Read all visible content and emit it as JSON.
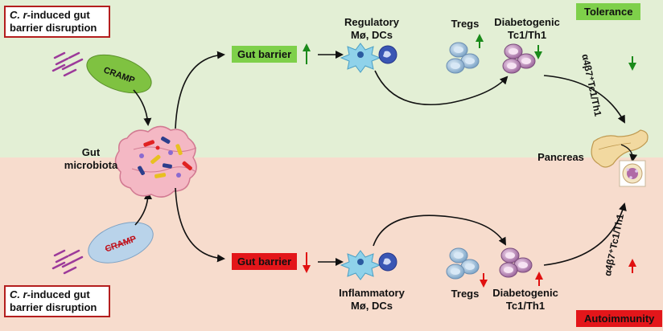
{
  "labels": {
    "top_box_line1_italic": "C. r",
    "top_box_line1_rest": "-induced gut",
    "top_box_line2": "barrier disruption",
    "bottom_box_line1_italic": "C. r",
    "bottom_box_line1_rest": "-induced gut",
    "bottom_box_line2": "barrier disruption",
    "cramp_top": "CRAMP",
    "cramp_bottom": "CRAMP",
    "gut_microbiota_line1": "Gut",
    "gut_microbiota_line2": "microbiota",
    "gut_barrier_top": "Gut barrier",
    "gut_barrier_bottom": "Gut barrier",
    "regulatory_line1": "Regulatory",
    "regulatory_line2": "Mø, DCs",
    "inflammatory_line1": "Inflammatory",
    "inflammatory_line2": "Mø, DCs",
    "tregs_top": "Tregs",
    "tregs_bottom": "Tregs",
    "diabetogenic_top_line1": "Diabetogenic",
    "diabetogenic_top_line2": "Tc1/Th1",
    "diabetogenic_bottom_line1": "Diabetogenic",
    "diabetogenic_bottom_line2": "Tc1/Th1",
    "pancreas": "Pancreas",
    "integrin_top": "α4β7⁺Tc1/Th1",
    "integrin_bottom": "α4β7⁺Tc1/Th1",
    "tolerance": "Tolerance",
    "autoimmunity": "Autoimmunity"
  },
  "colors": {
    "top_bg": "#e3efd5",
    "bottom_bg": "#f7dccd",
    "up_green": "#1a8a1a",
    "down_red": "#e01010",
    "tag_green": "#7ed04a",
    "tag_red": "#e3161a",
    "cramp_green": "#7fc241",
    "cramp_blue": "#b9d3ea"
  },
  "icons": {
    "peptides": "purple-peptide-bundle",
    "microbiota": "gut-loop-with-bacteria",
    "macrophage": "blue-macrophage-dendritic-cell",
    "tregs": "blue-lymphocyte-cluster",
    "diabetogenic": "purple-lymphocyte-cluster",
    "pancreas": "pancreas-organ",
    "islet": "pancreatic-islet"
  }
}
